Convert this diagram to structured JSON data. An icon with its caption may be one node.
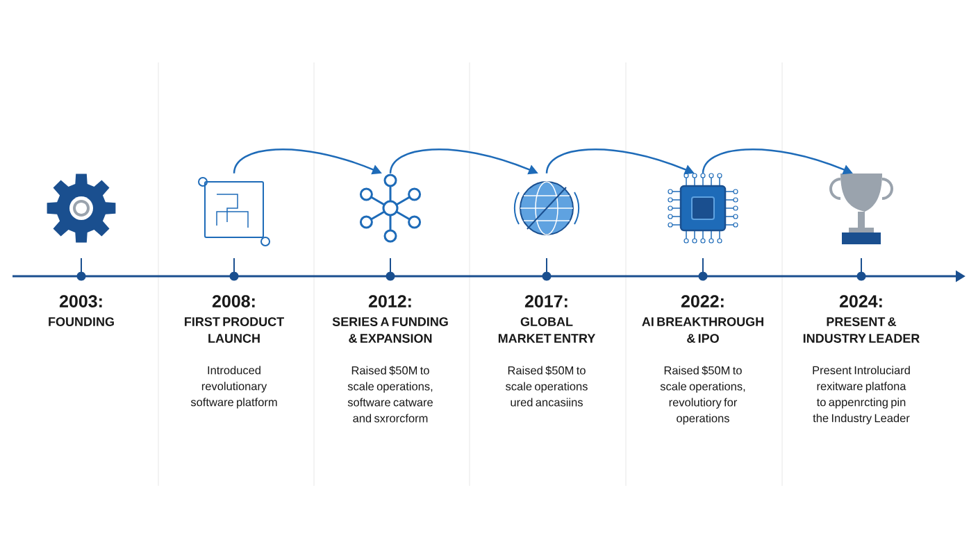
{
  "diagram": {
    "nodes": [
      {
        "text": [],
        "shape": "picture",
        "beside": [
          "2003:",
          "FOUNDING"
        ]
      },
      {
        "text": [],
        "shape": "picture",
        "beside": [
          "2008:",
          "FIRST PRODUCT LAUNCH",
          "Introduced revolutionary software platform"
        ]
      },
      {
        "text": [],
        "shape": "picture",
        "beside": [
          "2012:",
          "SERIES A FUNDING & EXPANSION",
          "Raised $50M to scale operations, software catware and sxrorcform"
        ]
      },
      {
        "text": [],
        "shape": "picture",
        "beside": [
          "2017:",
          "GLOBAL MARKET ENTRY",
          "Raised $50M to scale operations ured ancasiins"
        ]
      },
      {
        "text": [],
        "shape": "picture",
        "beside": [
          "2022:",
          "AI BREAKTHROUGH & IPO",
          "Raised $50M to scale operations, revolutiory for operations"
        ]
      },
      {
        "text": [],
        "shape": "picture",
        "beside": [
          "2024:",
          "PRESENT & INDUSTRY LEADER",
          "Present Introluciard rexitware platfona to appenrcting pin the Industry Leader"
        ]
      }
    ],
    "edges": [
      {
        "from": 1,
        "to": 2,
        "arrow": "to"
      },
      {
        "from": 2,
        "to": 3,
        "arrow": "to"
      },
      {
        "from": 3,
        "to": 4,
        "arrow": "to"
      },
      {
        "from": 4,
        "to": 5,
        "arrow": "to"
      }
    ]
  }
}
